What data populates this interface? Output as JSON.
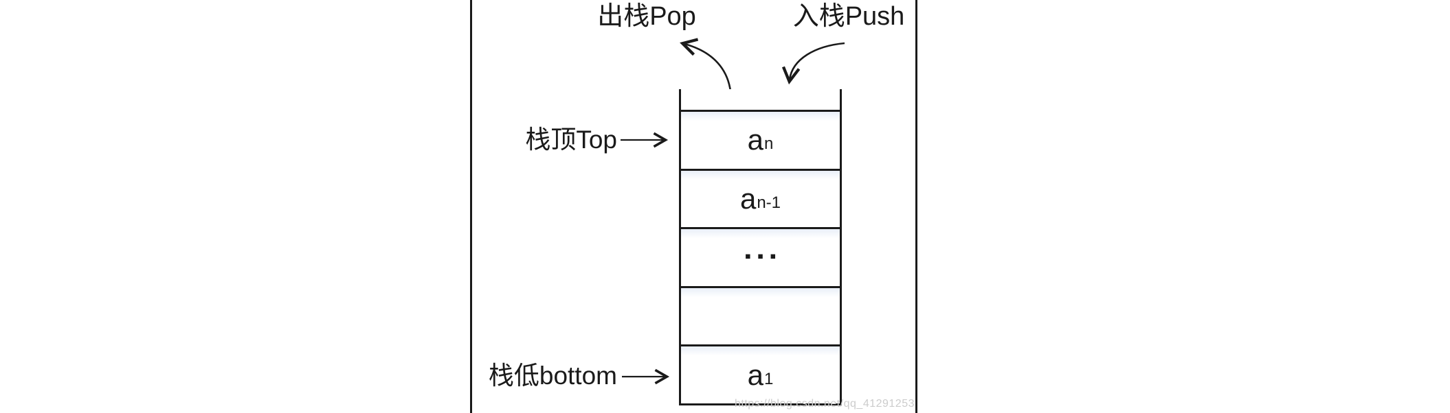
{
  "labels": {
    "pop": "出栈Pop",
    "push": "入栈Push",
    "top": "栈顶Top",
    "bottom": "栈低bottom"
  },
  "stack": {
    "cells": [
      {
        "base": "a",
        "sub": "n"
      },
      {
        "base": "a",
        "sub": "n-1"
      },
      {
        "ellipsis": "▪▪▪"
      },
      {
        "empty": ""
      },
      {
        "base": "a",
        "sub": "1"
      }
    ]
  },
  "watermark": "https://blog.csdn.net/qq_41291253",
  "colors": {
    "line": "#1a1a1a",
    "watermark": "#cccccc",
    "cell_tint": "#e9eff8"
  }
}
